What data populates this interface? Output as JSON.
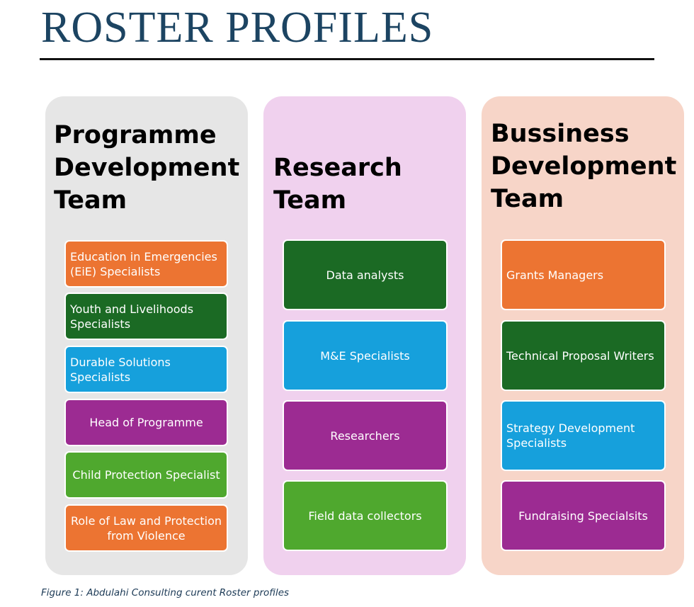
{
  "page": {
    "title": "ROSTER PROFILES",
    "caption": "Figure 1: Abdulahi Consulting curent Roster profiles"
  },
  "colors": {
    "orange": "#ec7432",
    "dark_green": "#1b6a24",
    "blue": "#16a0dc",
    "purple": "#9c2b92",
    "light_green": "#4fa82e",
    "title": "#1c4462"
  },
  "teams": [
    {
      "name": "Programme Development Team",
      "background": "#e6e6e6",
      "roles": [
        {
          "label": "Education in Emergencies (EiE) Specialists",
          "color": "orange"
        },
        {
          "label": "Youth and Livelihoods Specialists",
          "color": "dark_green"
        },
        {
          "label": "Durable Solutions Specialists",
          "color": "blue"
        },
        {
          "label": "Head of Programme",
          "color": "purple"
        },
        {
          "label": "Child Protection Specialist",
          "color": "light_green"
        },
        {
          "label": "Role of Law and Protection from Violence",
          "color": "orange"
        }
      ]
    },
    {
      "name": "Research Team",
      "background": "#f0d1ee",
      "roles": [
        {
          "label": "Data analysts",
          "color": "dark_green"
        },
        {
          "label": "M&E Specialists",
          "color": "blue"
        },
        {
          "label": "Researchers",
          "color": "purple"
        },
        {
          "label": "Field data collectors",
          "color": "light_green"
        }
      ]
    },
    {
      "name": "Bussiness Development Team",
      "background": "#f7d5c8",
      "roles": [
        {
          "label": "Grants Managers",
          "color": "orange"
        },
        {
          "label": "Technical Proposal Writers",
          "color": "dark_green"
        },
        {
          "label": "Strategy Development Specialists",
          "color": "blue"
        },
        {
          "label": "Fundraising Specialsits",
          "color": "purple"
        }
      ]
    }
  ]
}
